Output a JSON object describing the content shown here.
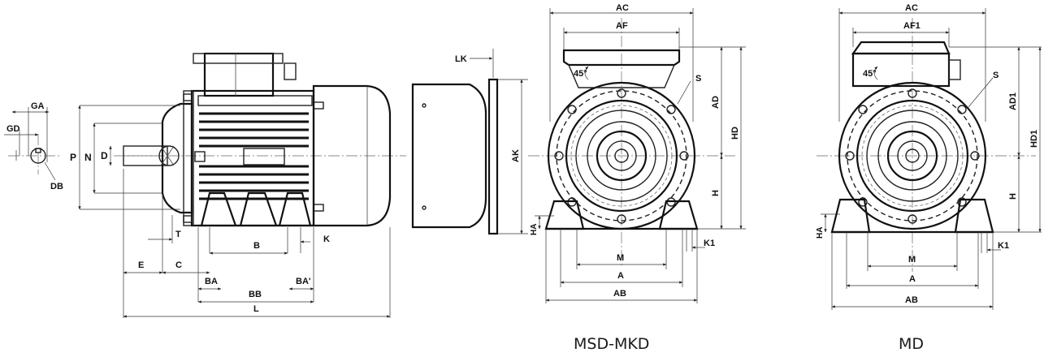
{
  "side_view": {
    "labels": {
      "GA": "GA",
      "GD": "GD",
      "DB": "DB",
      "P": "P",
      "N": "N",
      "D": "D",
      "T": "T",
      "E": "E",
      "C": "C",
      "B": "B",
      "K": "K",
      "BA": "BA",
      "BB": "BB",
      "BA2": "BA'",
      "L": "L",
      "LK": "LK",
      "AK": "AK"
    }
  },
  "msd_view": {
    "caption": "MSD-MKD",
    "labels": {
      "AC": "AC",
      "AF": "AF",
      "angle": "45°",
      "S": "S",
      "AD": "AD",
      "HD": "HD",
      "H": "H",
      "HA": "HA",
      "M": "M",
      "K1": "K1",
      "A": "A",
      "AB": "AB"
    }
  },
  "md_view": {
    "caption": "MD",
    "labels": {
      "AC": "AC",
      "AF1": "AF1",
      "angle": "45°",
      "S": "S",
      "AD1": "AD1",
      "HD1": "HD1",
      "H": "H",
      "HA": "HA",
      "M": "M",
      "K1": "K1",
      "A": "A",
      "AB": "AB"
    }
  }
}
